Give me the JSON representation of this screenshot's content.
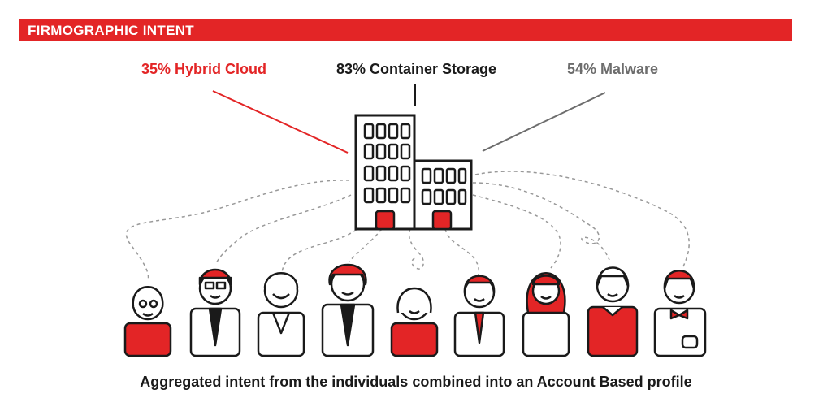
{
  "header": {
    "title": "FIRMOGRAPHIC INTENT"
  },
  "stats": [
    {
      "label": "35% Hybrid Cloud",
      "color": "#e32526"
    },
    {
      "label": "83% Container Storage",
      "color": "#1a1a1a"
    },
    {
      "label": "54% Malware",
      "color": "#6d6d6d"
    }
  ],
  "people_count": 9,
  "caption": "Aggregated intent from the individuals combined into an Account Based profile",
  "colors": {
    "accent": "#e32526",
    "ink": "#1a1a1a",
    "muted": "#6d6d6d",
    "dash": "#999999"
  },
  "icons": [
    "office-building-icon",
    "person-avatar-icon"
  ]
}
